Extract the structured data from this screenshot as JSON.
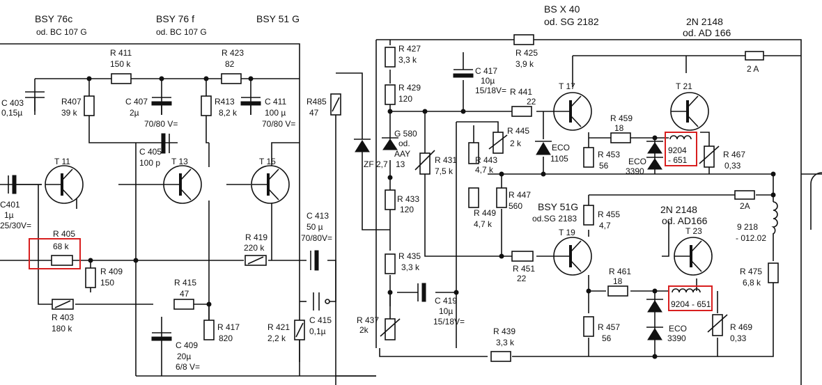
{
  "colors": {
    "ink": "#111111",
    "highlight": "#d81e1e",
    "paper": "#ffffff"
  },
  "headers": [
    {
      "id": "h1",
      "line1": "BSY 76c",
      "line2": "od. BC 107 G"
    },
    {
      "id": "h2",
      "line1": "BSY 76 f",
      "line2": "od. BC 107 G"
    },
    {
      "id": "h3",
      "line1": "BSY 51 G",
      "line2": ""
    },
    {
      "id": "h4",
      "line1": "BS X 40",
      "line2": "od. SG 2182"
    },
    {
      "id": "h5",
      "line1": "2N 2148",
      "line2": "od. AD 166"
    },
    {
      "id": "h6",
      "line1": "BSY 51G",
      "line2": "od.SG 2183"
    },
    {
      "id": "h7",
      "line1": "2N 2148",
      "line2": "od. AD166"
    }
  ],
  "components": [
    {
      "id": "C403",
      "lines": [
        "C 403",
        "0,15µ"
      ]
    },
    {
      "id": "R407",
      "lines": [
        "R407",
        "39 k"
      ]
    },
    {
      "id": "R411",
      "lines": [
        "R 411",
        "150 k"
      ]
    },
    {
      "id": "C407",
      "lines": [
        "C 407",
        "2µ",
        "70/80 V="
      ]
    },
    {
      "id": "R413",
      "lines": [
        "R413",
        "8,2 k"
      ]
    },
    {
      "id": "R423",
      "lines": [
        "R 423",
        "82"
      ]
    },
    {
      "id": "C411",
      "lines": [
        "C 411",
        "100 µ",
        "70/80 V="
      ]
    },
    {
      "id": "R485",
      "lines": [
        "R485",
        "47"
      ]
    },
    {
      "id": "C405",
      "lines": [
        "C 405",
        "100 p"
      ]
    },
    {
      "id": "T11",
      "lines": [
        "T 11"
      ]
    },
    {
      "id": "T13",
      "lines": [
        "T 13"
      ]
    },
    {
      "id": "T15",
      "lines": [
        "T 15"
      ]
    },
    {
      "id": "C401",
      "lines": [
        "C401",
        "1µ",
        "25/30V="
      ]
    },
    {
      "id": "R405",
      "lines": [
        "R 405",
        "68 k"
      ]
    },
    {
      "id": "R409",
      "lines": [
        "R 409",
        "150"
      ]
    },
    {
      "id": "R419",
      "lines": [
        "R 419",
        "220 k"
      ]
    },
    {
      "id": "C413",
      "lines": [
        "C 413",
        "50 µ",
        "70/80V="
      ]
    },
    {
      "id": "R403",
      "lines": [
        "R 403",
        "180 k"
      ]
    },
    {
      "id": "R415",
      "lines": [
        "R 415",
        "47"
      ]
    },
    {
      "id": "R417",
      "lines": [
        "R 417",
        "820"
      ]
    },
    {
      "id": "C409",
      "lines": [
        "C 409",
        "20µ",
        "6/8 V="
      ]
    },
    {
      "id": "R421",
      "lines": [
        "R 421",
        "2,2 k"
      ]
    },
    {
      "id": "C415",
      "lines": [
        "C 415",
        "0,1µ"
      ]
    },
    {
      "id": "R427",
      "lines": [
        "R 427",
        "3,3 k"
      ]
    },
    {
      "id": "R429",
      "lines": [
        "R 429",
        "120"
      ]
    },
    {
      "id": "C417",
      "lines": [
        "C 417",
        "10µ",
        "15/18V="
      ]
    },
    {
      "id": "R425",
      "lines": [
        "R 425",
        "3,9 k"
      ]
    },
    {
      "id": "R441",
      "lines": [
        "R 441",
        "22"
      ]
    },
    {
      "id": "T17",
      "lines": [
        "T 17"
      ]
    },
    {
      "id": "T21",
      "lines": [
        "T 21"
      ]
    },
    {
      "id": "F1",
      "lines": [
        "2 A"
      ]
    },
    {
      "id": "G580",
      "lines": [
        "G 580",
        "od.",
        "AAY",
        "13"
      ]
    },
    {
      "id": "ZF27",
      "lines": [
        "ZF 2,7"
      ]
    },
    {
      "id": "R431",
      "lines": [
        "R 431",
        "7,5 k"
      ]
    },
    {
      "id": "R445",
      "lines": [
        "R 445",
        "2 k"
      ]
    },
    {
      "id": "R443",
      "lines": [
        "R 443",
        "4,7 k"
      ]
    },
    {
      "id": "ECO1105",
      "lines": [
        "ECO",
        "1105"
      ]
    },
    {
      "id": "R459",
      "lines": [
        "R 459",
        "18"
      ]
    },
    {
      "id": "R453",
      "lines": [
        "R 453",
        "56"
      ]
    },
    {
      "id": "ECO3390a",
      "lines": [
        "ECO",
        "3390"
      ]
    },
    {
      "id": "L9204a",
      "lines": [
        "9204",
        "- 651"
      ]
    },
    {
      "id": "R467",
      "lines": [
        "R 467",
        "0,33"
      ]
    },
    {
      "id": "R433",
      "lines": [
        "R 433",
        "120"
      ]
    },
    {
      "id": "R447",
      "lines": [
        "R 447",
        "560"
      ]
    },
    {
      "id": "R449",
      "lines": [
        "R 449",
        "4,7 k"
      ]
    },
    {
      "id": "R455",
      "lines": [
        "R 455",
        "4,7"
      ]
    },
    {
      "id": "T19",
      "lines": [
        "T 19"
      ]
    },
    {
      "id": "T23",
      "lines": [
        "T 23"
      ]
    },
    {
      "id": "F2",
      "lines": [
        "2A"
      ]
    },
    {
      "id": "L9218",
      "lines": [
        "9 218",
        "- 012.02"
      ]
    },
    {
      "id": "R435",
      "lines": [
        "R 435",
        "3,3 k"
      ]
    },
    {
      "id": "R451",
      "lines": [
        "R 451",
        "22"
      ]
    },
    {
      "id": "R461",
      "lines": [
        "R 461",
        "18"
      ]
    },
    {
      "id": "L9204b",
      "lines": [
        "9204 - 651"
      ]
    },
    {
      "id": "R475",
      "lines": [
        "R 475",
        "6,8 k"
      ]
    },
    {
      "id": "C419",
      "lines": [
        "C 419",
        "10µ",
        "15/18V="
      ]
    },
    {
      "id": "R437",
      "lines": [
        "R 437",
        "2k"
      ]
    },
    {
      "id": "R439",
      "lines": [
        "R 439",
        "3,3 k"
      ]
    },
    {
      "id": "R457",
      "lines": [
        "R 457",
        "56"
      ]
    },
    {
      "id": "ECO3390b",
      "lines": [
        "ECO",
        "3390"
      ]
    },
    {
      "id": "R469",
      "lines": [
        "R 469",
        "0,33"
      ]
    }
  ]
}
